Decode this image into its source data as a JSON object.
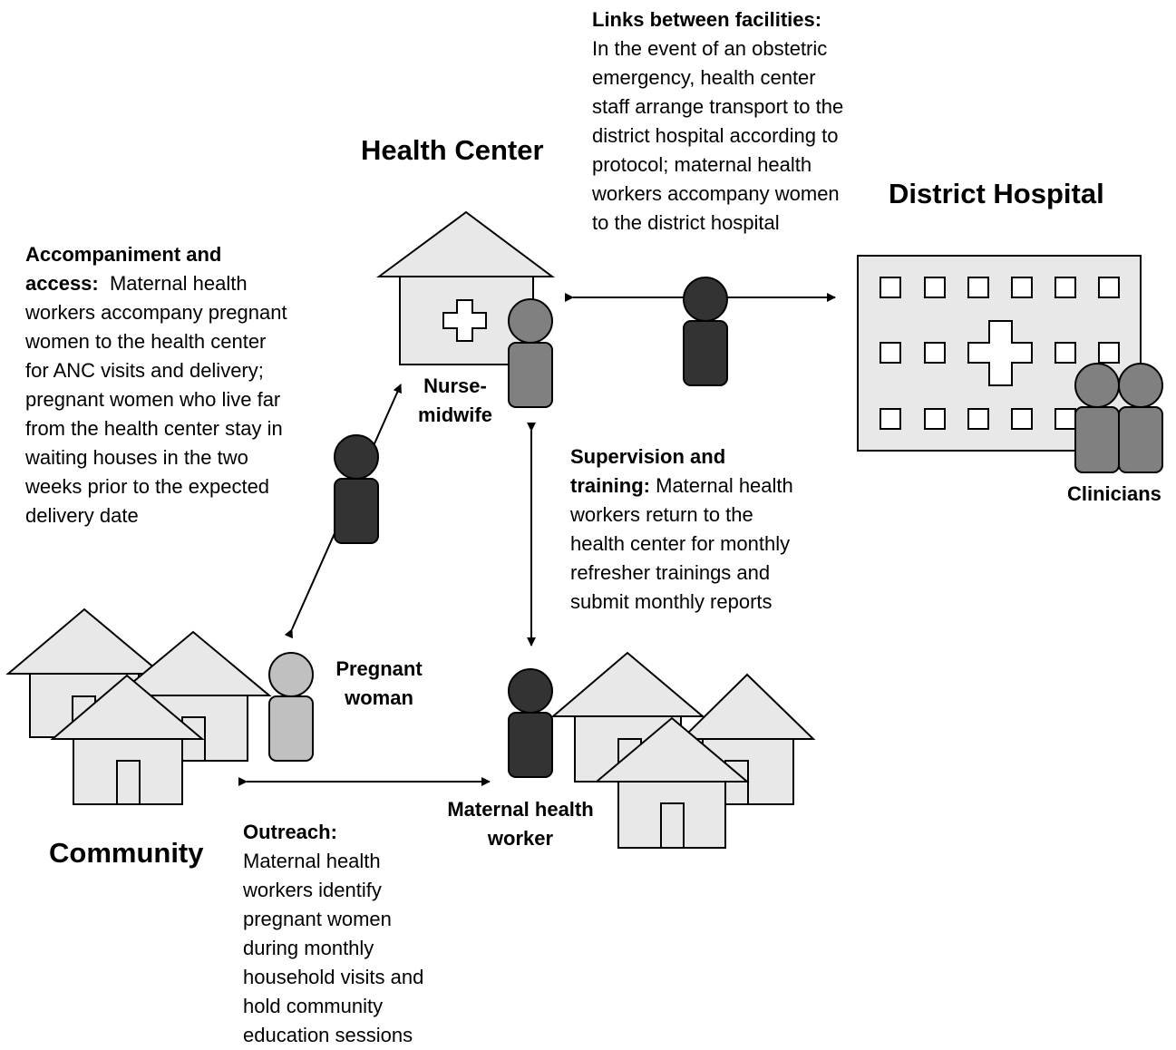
{
  "titles": {
    "health_center": "Health Center",
    "district_hospital": "District Hospital",
    "community": "Community"
  },
  "labels": {
    "nurse_midwife_1": "Nurse-",
    "nurse_midwife_2": "midwife",
    "clinicians": "Clinicians",
    "pregnant_woman_1": "Pregnant",
    "pregnant_woman_2": "woman",
    "mhw_1": "Maternal health",
    "mhw_2": "worker"
  },
  "links": {
    "heading": "Links between facilities:",
    "lines": [
      "In the event of an obstetric",
      "emergency, health center",
      "staff arrange transport to the",
      "district hospital according to",
      "protocol; maternal health",
      "workers accompany women",
      "to the district hospital"
    ]
  },
  "accompaniment": {
    "heading_1": "Accompaniment and",
    "heading_2": "access:",
    "line_2_rest": "  Maternal health",
    "lines": [
      "workers accompany pregnant",
      "women to the health center",
      "for ANC visits and delivery;",
      "pregnant women who live far",
      "from the health center stay in",
      "waiting houses in the two",
      "weeks prior to the expected",
      "delivery date"
    ]
  },
  "supervision": {
    "heading_1": "Supervision and",
    "heading_2": "training:",
    "line_2_rest": " Maternal health",
    "lines": [
      "workers return to the",
      "health center for monthly",
      "refresher trainings and",
      "submit monthly reports"
    ]
  },
  "outreach": {
    "heading": "Outreach:",
    "lines": [
      "Maternal health",
      "workers identify",
      "pregnant women",
      "during monthly",
      "household visits and",
      "hold community",
      "education sessions"
    ]
  },
  "colors": {
    "building_fill": "#e8e8e8",
    "outline": "#000000",
    "person_dark": "#333333",
    "person_mid": "#808080",
    "person_light": "#c0c0c0"
  }
}
